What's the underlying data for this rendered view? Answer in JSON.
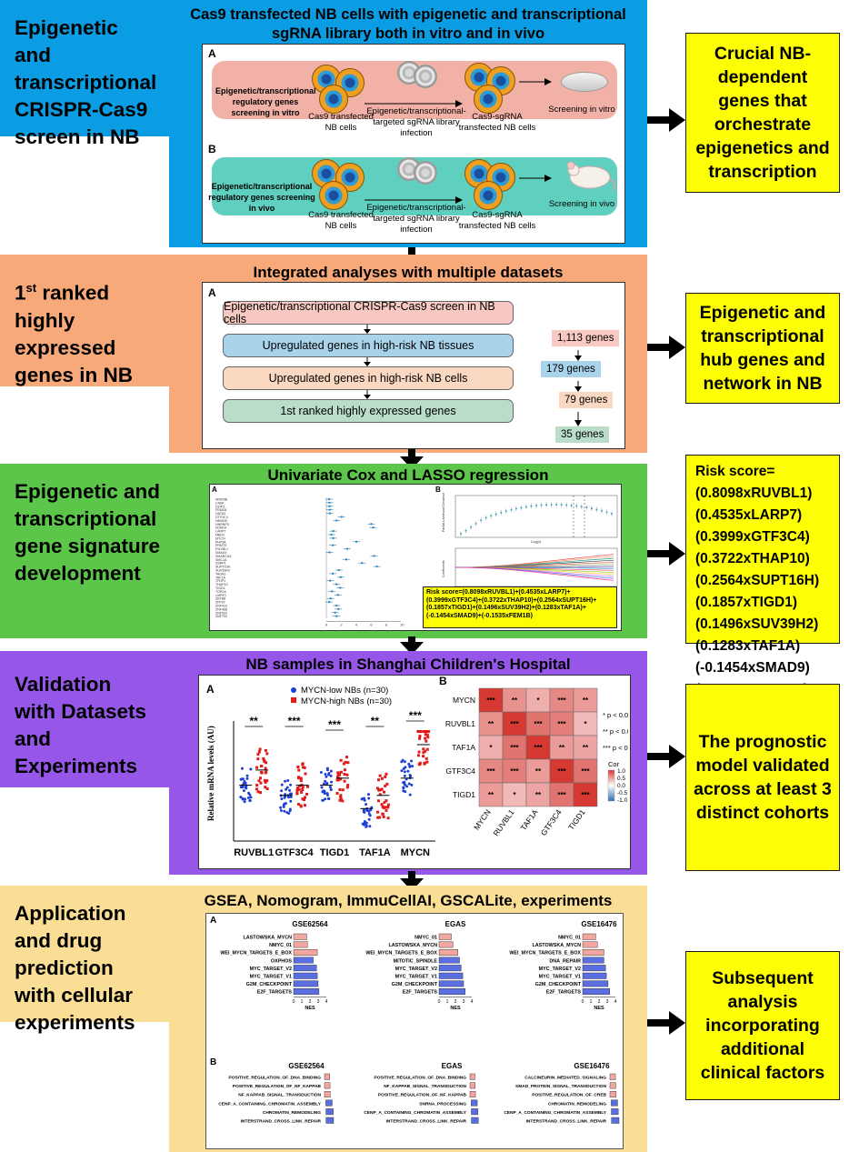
{
  "stage1": {
    "label": "Epigenetic and transcriptional CRISPR-Cas9 screen in NB",
    "title": "Cas9 transfected NB cells with epigenetic and transcriptional sgRNA library both in vitro and in vivo",
    "panel_a": {
      "letter": "A",
      "left_text": "Epigenetic/transcriptional regulatory genes screening in vitro",
      "cas9_cells": "Cas9 transfected NB cells",
      "library": "Epigenetic/transcriptional-targeted sgRNA library infection",
      "sg_cells": "Cas9-sgRNA transfected NB cells",
      "end": "Screening in vitro"
    },
    "panel_b": {
      "letter": "B",
      "left_text": "Epigenetic/transcriptional regulatory genes screening in vivo",
      "cas9_cells": "Cas9 transfected NB cells",
      "library": "Epigenetic/transcriptional-targeted sgRNA library infection",
      "sg_cells": "Cas9-sgRNA transfected NB cells",
      "end": "Screening in vivo"
    },
    "summary": "Crucial NB-dependent genes that orchestrate epigenetics and transcription"
  },
  "stage2": {
    "label_pre": "1",
    "label_sup": "st",
    "label_post": " ranked highly expressed genes in NB",
    "title": "Integrated analyses with multiple datasets",
    "letter": "A",
    "steps": [
      "Epigenetic/transcriptional CRISPR-Cas9 screen in NB cells",
      "Upregulated genes in high-risk NB tissues",
      "Upregulated genes in high-risk NB cells",
      "1st ranked highly expressed genes"
    ],
    "counts": [
      "1,113 genes",
      "179 genes",
      "79 genes",
      "35 genes"
    ],
    "summary": "Epigenetic and transcriptional hub genes and network in NB"
  },
  "stage3": {
    "label": "Epigenetic and transcriptional gene signature development",
    "title": "Univariate Cox and LASSO regression",
    "letter_a": "A",
    "letter_b": "B",
    "forest_genes": [
      "ARID5B",
      "CASK",
      "DZIP3",
      "FEM1B",
      "GATA3",
      "GTF3C4",
      "HMGN5",
      "HNRNPD",
      "KDM1A",
      "LARP7",
      "MBD2",
      "MYCN",
      "PHF5A",
      "PRMT5",
      "RUVBL1",
      "SMAD9",
      "SMARCA4",
      "SMC1A",
      "SSRP1",
      "SUPT16H",
      "SUV39H2",
      "TADA3",
      "TAF1A",
      "TFDP1",
      "THAP10",
      "TIGD1",
      "TOP2A",
      "UHRF1",
      "ZBTB8",
      "ZFP37",
      "ZNF423",
      "ZNF488",
      "ZNF532",
      "ZNF704"
    ],
    "forest_hr": [
      0.62,
      0.68,
      0.69,
      0.72,
      0.75,
      3.27,
      2.2,
      9.7,
      10.1,
      1.5,
      1.1,
      1.5,
      6.5,
      1.4,
      4.5,
      0.7,
      10.3,
      4.3,
      7.7,
      10.9,
      2.7,
      1.4,
      3.1,
      0.82,
      2.2,
      3.0,
      1.2,
      2.5,
      0.93,
      0.6,
      2.2,
      2.6,
      1.9,
      2.2
    ],
    "forest_axis": [
      "0",
      "2",
      "4",
      "6",
      "8",
      "10"
    ],
    "lasso_top_xlabel": "Log(λ)",
    "lasso_top_ylabel": "Partial Likelihood Deviance",
    "lasso_bottom_xlabel": "Log(λ)",
    "lasso_bottom_ylabel": "Coefficients",
    "risk_inset": "Risk score=(0.8098xRUVBL1)+(0.4535xLARP7)+(0.3999xGTF3C4)+(0.3722xTHAP10)+(0.2564xSUPT16H)+(0.1857xTIGD1)+(0.1496xSUV39H2)+(0.1283xTAF1A)+(-0.1454xSMAD9)+(-0.1535xFEM1B)",
    "risk_title": "Risk score=",
    "risk_terms": [
      "(0.8098xRUVBL1)",
      "(0.4535xLARP7)",
      "(0.3999xGTF3C4)",
      "(0.3722xTHAP10)",
      "(0.2564xSUPT16H)",
      "(0.1857xTIGD1)",
      "(0.1496xSUV39H2)",
      "(0.1283xTAF1A)",
      "(-0.1454xSMAD9)",
      "(-0.1535xFEM1B)"
    ]
  },
  "stage4": {
    "label": "Validation with Datasets and Experiments",
    "title": "NB samples in Shanghai Children's Hospital",
    "letter_a": "A",
    "letter_b": "B",
    "legend_low": "MYCN-low NBs  (n=30)",
    "legend_high": "MYCN-high NBs (n=30)",
    "ylabel": "Relative mRNA levels (AU)",
    "genes": [
      "RUVBL1",
      "GTF3C4",
      "TIGD1",
      "TAF1A",
      "MYCN"
    ],
    "sig": [
      "**",
      "***",
      "***",
      "**",
      "***"
    ],
    "heat_genes": [
      "MYCN",
      "RUVBL1",
      "TAF1A",
      "GTF3C4",
      "TIGD1"
    ],
    "heat_stars": [
      [
        "***",
        "**",
        "*",
        "***",
        "**"
      ],
      [
        "**",
        "***",
        "***",
        "***",
        "*"
      ],
      [
        "*",
        "***",
        "***",
        "**",
        "**"
      ],
      [
        "***",
        "***",
        "**",
        "***",
        "***"
      ],
      [
        "**",
        "*",
        "**",
        "***",
        "***"
      ]
    ],
    "heat_corr": [
      [
        1.0,
        0.55,
        0.4,
        0.6,
        0.5
      ],
      [
        0.55,
        1.0,
        0.7,
        0.65,
        0.35
      ],
      [
        0.4,
        0.7,
        1.0,
        0.5,
        0.45
      ],
      [
        0.6,
        0.65,
        0.5,
        1.0,
        0.7
      ],
      [
        0.5,
        0.35,
        0.45,
        0.7,
        1.0
      ]
    ],
    "pvals": [
      "* p < 0.05",
      "** p < 0.01",
      "*** p < 0.001"
    ],
    "cor_title": "Cor",
    "cor_ticks": [
      "1.0",
      "0.5",
      "0.0",
      "-0.5",
      "-1.0"
    ],
    "summary": "The prognostic model validated across at least 3 distinct cohorts"
  },
  "stage5": {
    "label": "Application and drug prediction with cellular experiments",
    "title": "GSEA, Nomogram, ImmuCellAI, GSCALite, experiments",
    "letter_a": "A",
    "letter_b": "B",
    "nes_label": "NES",
    "nes_ticks": [
      "0",
      "1",
      "2",
      "3",
      "4"
    ],
    "top_charts": [
      {
        "title": "GSE62564",
        "terms": [
          "LASTOWSKA_MYCN",
          "NMYC_01",
          "WEI_MYCN_TARGETS_E_BOX",
          "OXPHOS",
          "MYC_TARGET_V2",
          "MYC_TARGET_V1",
          "G2M_CHECKPOINT",
          "E2F_TARGETS"
        ],
        "nes": [
          1.6,
          1.7,
          2.9,
          2.4,
          2.8,
          2.9,
          3.0,
          3.1
        ]
      },
      {
        "title": "EGAS",
        "terms": [
          "NMYC_01",
          "LASTOWSKA_MYCN",
          "WEI_MYCN_TARGETS_E_BOX",
          "MITOTIC_SPINDLE",
          "MYC_TARGET_V2",
          "MYC_TARGET_V1",
          "G2M_CHECKPOINT",
          "E2F_TARGETS"
        ],
        "nes": [
          1.5,
          1.7,
          2.3,
          2.5,
          2.7,
          2.9,
          3.0,
          3.2
        ]
      },
      {
        "title": "GSE16476",
        "terms": [
          "NMYC_01",
          "LASTOWSKA_MYCN",
          "WEI_MYCN_TARGETS_E_BOX",
          "DNA_REPAIR",
          "MYC_TARGET_V2",
          "MYC_TARGET_V1",
          "G2M_CHECKPOINT",
          "E2F_TARGETS"
        ],
        "nes": [
          1.6,
          1.8,
          2.6,
          2.6,
          2.8,
          2.9,
          3.1,
          3.3
        ]
      }
    ],
    "bottom_charts": [
      {
        "title": "GSE62564",
        "terms": [
          "POSITIVE_REGULATION_OF_DNA_BINDING",
          "POSITIVE_REGULATION_OF_NF_KAPPAB",
          "NF_KAPPAB_SIGNAL_TRANSDUCTION",
          "CENP_A_CONTAINING_CHROMATIN_ASSEMBLY",
          "CHROMATIN_REMODELING",
          "INTERSTRAND_CROSS_LINK_REPAIR"
        ],
        "nes": [
          -1.8,
          -1.9,
          -2.0,
          2.2,
          2.5,
          2.6
        ]
      },
      {
        "title": "EGAS",
        "terms": [
          "POSITIVE_REGULATION_OF_DNA_BINDING",
          "NF_KAPPAB_SIGNAL_TRANSDUCTION",
          "POSITIVE_REGULATION_OF_NF_KAPPAB",
          "SNRNA_PROCESSING",
          "CENP_A_CONTAINING_CHROMATIN_ASSEMBLY",
          "INTERSTRAND_CROSS_LINK_REPAIR"
        ],
        "nes": [
          -1.7,
          -1.8,
          -1.9,
          2.1,
          2.3,
          2.4
        ]
      },
      {
        "title": "GSE16476",
        "terms": [
          "CALCINEURIN_MEDIATED_SIGNALING",
          "SMAD_PROTEIN_SIGNAL_TRANSDUCTION",
          "POSITIVE_REGULATION_OF_CREB",
          "CHROMATIN_REMODELING",
          "CENP_A_CONTAINING_CHROMATIN_ASSEMBLY",
          "INTERSTRAND_CROSS_LINK_REPAIR"
        ],
        "nes": [
          -1.9,
          -2.0,
          -2.1,
          2.2,
          2.4,
          2.6
        ]
      }
    ],
    "summary": "Subsequent analysis incorporating additional clinical factors"
  }
}
